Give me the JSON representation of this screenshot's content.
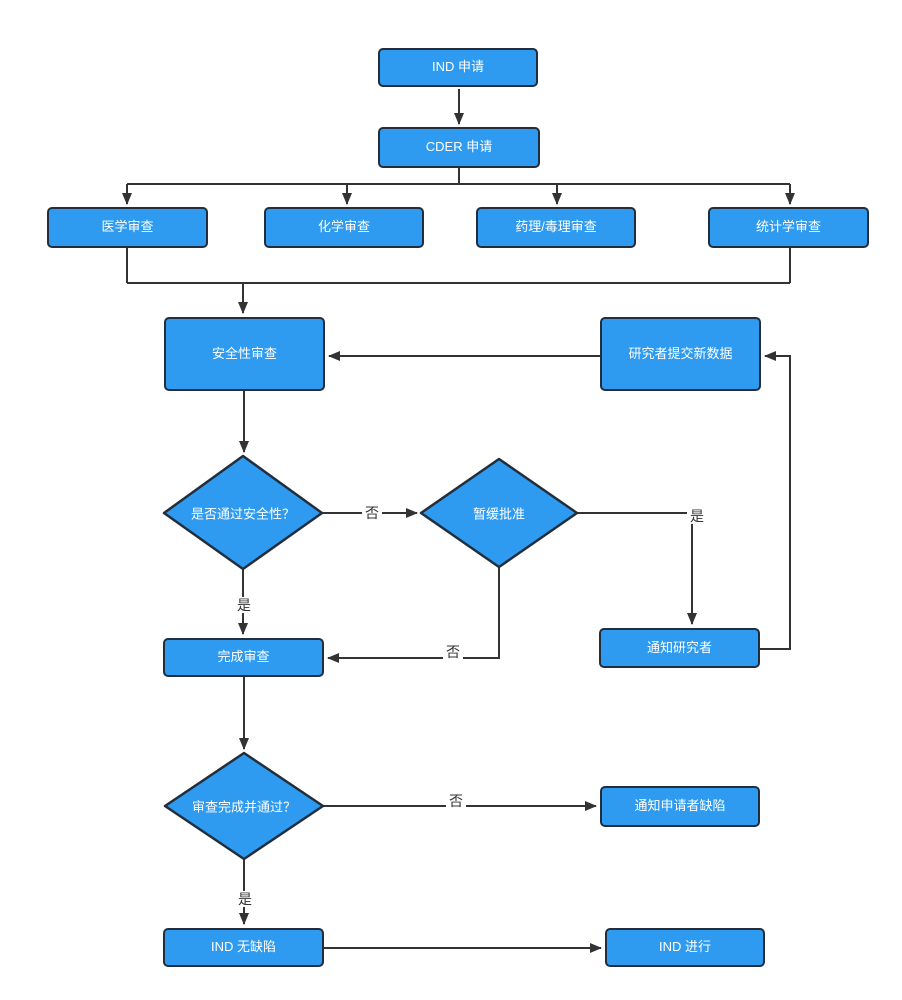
{
  "flowchart": {
    "nodes": {
      "ind_application": {
        "label": "IND 申请"
      },
      "cder_application": {
        "label": "CDER 申请"
      },
      "medical_review": {
        "label": "医学审查"
      },
      "chemistry_review": {
        "label": "化学审查"
      },
      "pharm_tox_review": {
        "label": "药理/毒理审查"
      },
      "statistics_review": {
        "label": "统计学审查"
      },
      "safety_review": {
        "label": "安全性审查"
      },
      "researcher_new_data": {
        "label": "研究者提交新数据"
      },
      "pass_safety_decision": {
        "label": "是否通过安全性？"
      },
      "clinical_hold_decision": {
        "label": "暂缓批准"
      },
      "notify_researcher": {
        "label": "通知研究者"
      },
      "complete_review": {
        "label": "完成审查"
      },
      "review_passed_decision": {
        "label": "审查完成并通过？"
      },
      "notify_applicant_defect": {
        "label": "通知申请者缺陷"
      },
      "ind_no_defect": {
        "label": "IND 无缺陷"
      },
      "ind_proceed": {
        "label": "IND 进行"
      }
    },
    "edge_labels": {
      "safety_no": "否",
      "safety_yes": "是",
      "hold_yes": "是",
      "hold_no": "否",
      "review_no": "否",
      "review_yes": "是"
    },
    "colors": {
      "node_fill": "#2E9BF0",
      "node_border": "#222E3B",
      "connector": "#333333",
      "node_text": "#FFFFFF",
      "label_text": "#333333",
      "background": "#FFFFFF"
    }
  }
}
